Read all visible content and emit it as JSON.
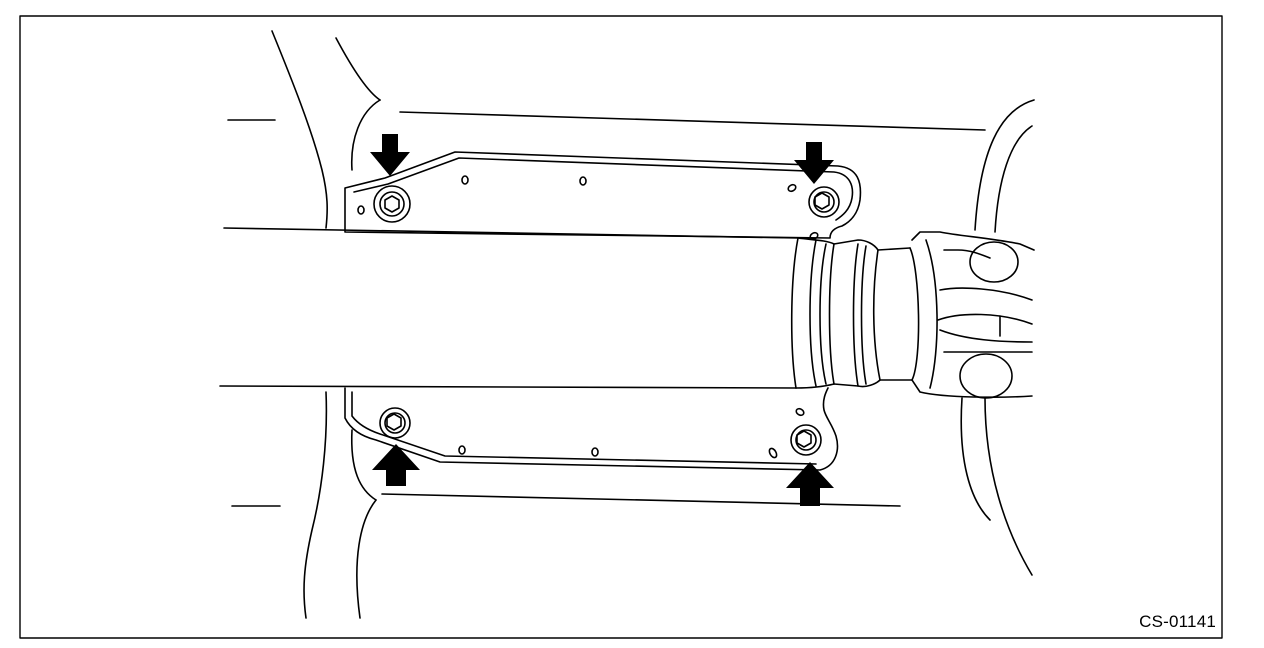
{
  "figure": {
    "code": "CS-01141",
    "callouts": [
      {
        "name": "bolt-top-left",
        "arrow": "down"
      },
      {
        "name": "bolt-top-right",
        "arrow": "down"
      },
      {
        "name": "bolt-bottom-left",
        "arrow": "up"
      },
      {
        "name": "bolt-bottom-right",
        "arrow": "up"
      }
    ],
    "line_color": "#000000",
    "background": "#ffffff"
  }
}
